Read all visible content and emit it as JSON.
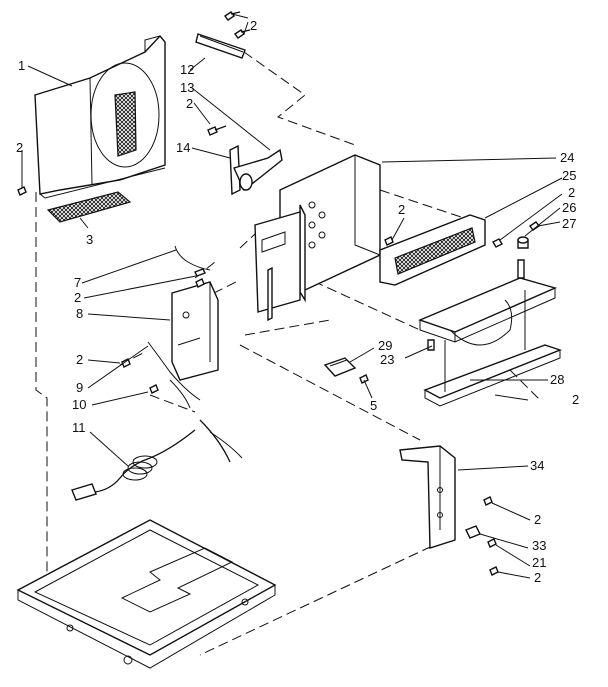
{
  "diagram": {
    "callouts": {
      "c1": "1",
      "c2a": "2",
      "c12": "12",
      "c13": "13",
      "c2b": "2",
      "c14": "14",
      "c2c": "2",
      "c3": "3",
      "c24": "24",
      "c25": "25",
      "c2d": "2",
      "c26": "26",
      "c27": "27",
      "c2e": "2",
      "c7": "7",
      "c2f": "2",
      "c8": "8",
      "c2g": "2",
      "c29": "29",
      "c23": "23",
      "c5": "5",
      "c9": "9",
      "c10": "10",
      "c11": "11",
      "c28": "28",
      "c2h": "2",
      "c34": "34",
      "c2i": "2",
      "c33": "33",
      "c21": "21",
      "c2j": "2"
    }
  }
}
